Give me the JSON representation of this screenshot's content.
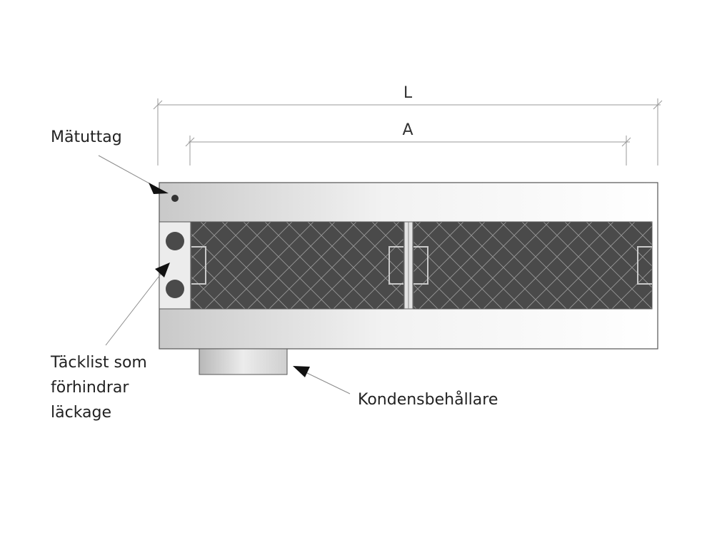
{
  "dimensions": {
    "overall_length_label": "L",
    "inner_length_label": "A"
  },
  "labels": {
    "measurement_port": "Mätuttag",
    "cover_strip_line1": "Täcklist som",
    "cover_strip_line2": "förhindrar",
    "cover_strip_line3": "läckage",
    "condensate_container": "Kondensbehållare"
  },
  "colors": {
    "filter_fill": "#4a4a4a",
    "filter_mesh": "#9a9a9a",
    "casing_stroke": "#555555",
    "arrow": "#111111"
  }
}
